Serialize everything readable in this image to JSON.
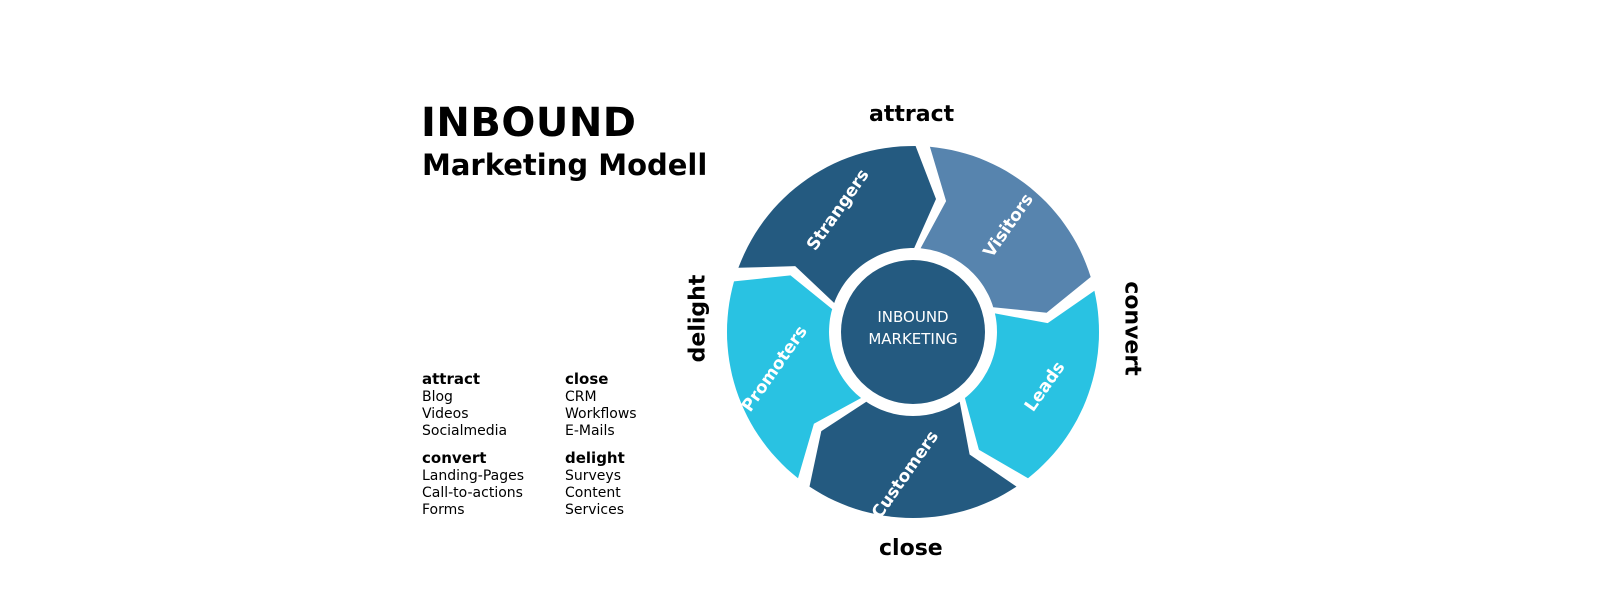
{
  "title": {
    "line1": "INBOUND",
    "line2": "Marketing Modell"
  },
  "legend": [
    {
      "heading": "attract",
      "items": [
        "Blog",
        "Videos",
        "Socialmedia"
      ]
    },
    {
      "heading": "convert",
      "items": [
        "Landing-Pages",
        "Call-to-actions",
        "Forms"
      ]
    },
    {
      "heading": "close",
      "items": [
        "CRM",
        "Workflows",
        "E-Mails"
      ]
    },
    {
      "heading": "delight",
      "items": [
        "Surveys",
        "Content",
        "Services"
      ]
    }
  ],
  "stages": {
    "attract": "attract",
    "convert": "convert",
    "close": "close",
    "delight": "delight"
  },
  "center": {
    "line1": "INBOUND",
    "line2": "MARKETING"
  },
  "segments": [
    {
      "label": "Strangers",
      "color": "#245a80"
    },
    {
      "label": "Visitors",
      "color": "#5784ae"
    },
    {
      "label": "Leads",
      "color": "#29c2e2"
    },
    {
      "label": "Customers",
      "color": "#245a80"
    },
    {
      "label": "Promoters",
      "color": "#29c2e2"
    }
  ]
}
